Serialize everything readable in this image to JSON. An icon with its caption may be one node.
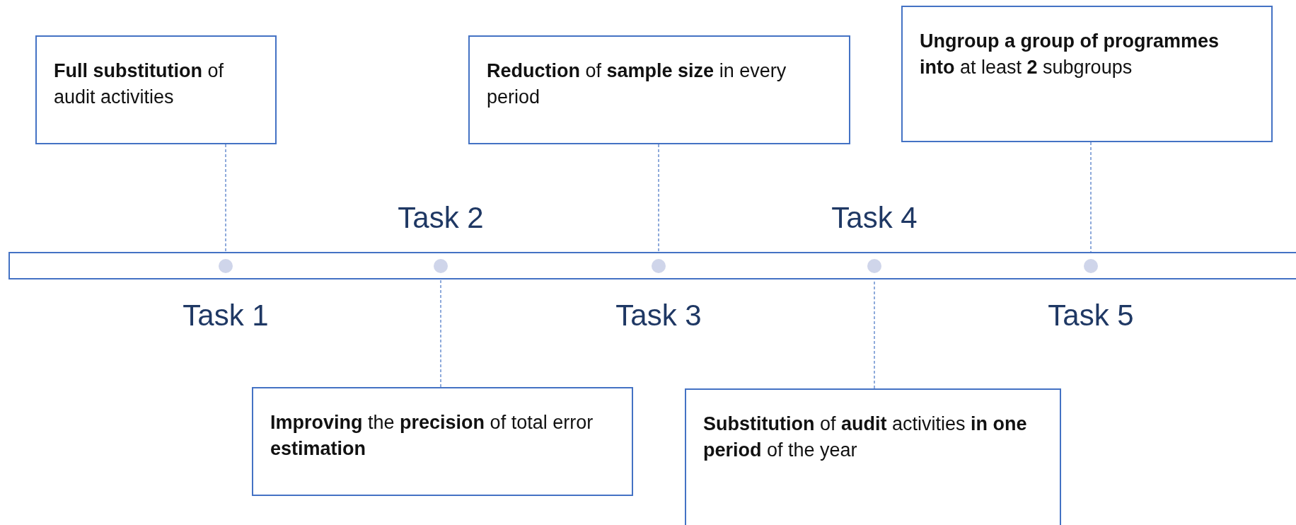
{
  "diagram": {
    "nodes": [
      {
        "text": [
          "**Full substitution** of audit activities"
        ]
      },
      {
        "text": [
          "**Reduction** of **sample size** in every period"
        ]
      },
      {
        "text": [
          "**Ungroup a group of programmes into** at least **2** subgroups"
        ]
      },
      {
        "text": [],
        "shape": "bar"
      },
      {
        "text": [],
        "shape": "circle",
        "in": 3,
        "beside": [
          "Task 1"
        ]
      },
      {
        "text": [],
        "shape": "circle",
        "in": 3,
        "beside": [
          "Task 2"
        ]
      },
      {
        "text": [],
        "shape": "circle",
        "in": 3,
        "beside": [
          "Task 3"
        ]
      },
      {
        "text": [],
        "shape": "circle",
        "in": 3,
        "beside": [
          "Task 4"
        ]
      },
      {
        "text": [],
        "shape": "circle",
        "in": 3,
        "beside": [
          "Task 5"
        ]
      },
      {
        "text": [
          "**Improving** the **precision** of total error **estimation**"
        ]
      },
      {
        "text": [
          "**Substitution** of **audit** activities **in one period** of the year"
        ]
      }
    ],
    "edges": [
      {
        "from": 0,
        "to": 4,
        "arrow": "none",
        "style": "dashed"
      },
      {
        "from": 1,
        "to": 6,
        "arrow": "none",
        "style": "dashed"
      },
      {
        "from": 2,
        "to": 8,
        "arrow": "none",
        "style": "dashed"
      },
      {
        "from": 9,
        "to": 5,
        "arrow": "none",
        "style": "dashed"
      },
      {
        "from": 10,
        "to": 7,
        "arrow": "none",
        "style": "dashed"
      }
    ]
  }
}
